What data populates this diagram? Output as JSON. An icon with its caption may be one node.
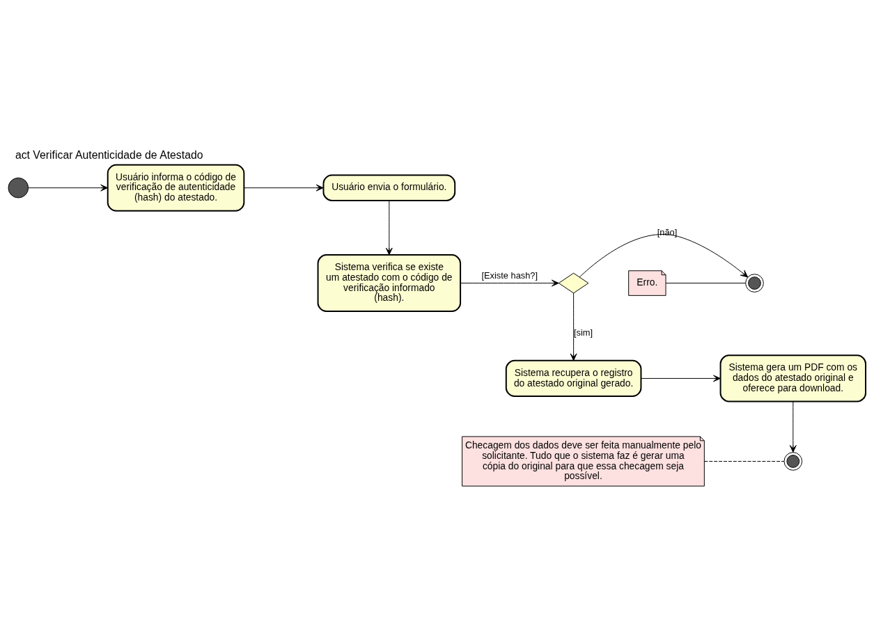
{
  "diagram": {
    "title": "act Verificar Autenticidade de Atestado",
    "nodes": [
      {
        "text": [],
        "shape": "circle"
      },
      {
        "text": [
          "Usuário informa o código de verificação de autenticidade (hash) do atestado."
        ]
      },
      {
        "text": [
          "Usuário envia o formulário."
        ]
      },
      {
        "text": [
          "Erro."
        ]
      },
      {
        "text": [],
        "shape": "circle"
      },
      {
        "text": [],
        "shape": "diamond"
      },
      {
        "text": [
          "Sistema verifica se existe um atestado com o código de verificação informado (hash)."
        ]
      },
      {
        "text": [
          "Sistema recupera o registro do atestado original gerado."
        ]
      },
      {
        "text": [
          "Sistema gera um PDF com os dados do atestado original e oferece para download."
        ]
      },
      {
        "text": [
          "Checagem dos dados deve ser feita manualmente pelo solicitante. Tudo que o sistema faz é gerar uma cópia do original para que essa checagem seja possível."
        ]
      },
      {
        "text": [],
        "shape": "circle"
      }
    ],
    "edges": [
      {
        "from": 0,
        "to": 1,
        "arrow": "to"
      },
      {
        "from": 1,
        "to": 2,
        "arrow": "to"
      },
      {
        "from": 2,
        "to": 6,
        "arrow": "to"
      },
      {
        "from": 6,
        "to": 5,
        "arrow": "to",
        "label": "[Existe hash?]"
      },
      {
        "from": 5,
        "to": 4,
        "arrow": "to",
        "label": "[não]"
      },
      {
        "from": 3,
        "to": 4,
        "arrow": "none"
      },
      {
        "from": 5,
        "to": 7,
        "arrow": "to",
        "label": "[sim]"
      },
      {
        "from": 7,
        "to": 8,
        "arrow": "to"
      },
      {
        "from": 8,
        "to": 10,
        "arrow": "to"
      },
      {
        "from": 9,
        "to": 10,
        "arrow": "none",
        "style": "dashed"
      }
    ]
  }
}
